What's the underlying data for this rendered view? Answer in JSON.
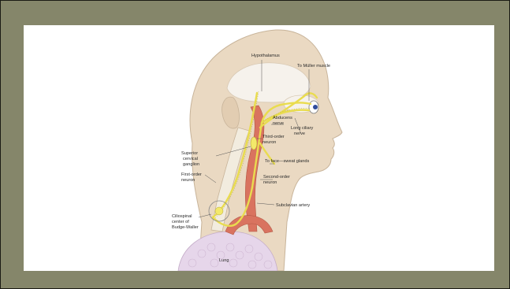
{
  "diagram": {
    "labels": {
      "hypothalamus": "Hypothalamus",
      "muller": "To Müller muscle",
      "abducens_1": "Abducens",
      "abducens_2": "nerve",
      "long_ciliary_1": "Long ciliary",
      "long_ciliary_2": "nerve",
      "third_order_1": "Third-order",
      "third_order_2": "neuron",
      "superior_1": "Superior",
      "superior_2": "cervical",
      "superior_3": "ganglion",
      "face": "To face—sweat glands",
      "first_order_1": "First-order",
      "first_order_2": "neuron",
      "second_order_1": "Second-order",
      "second_order_2": "neuron",
      "subclavian": "Subclavian artery",
      "ciliospinal_1": "Ciliospinal",
      "ciliospinal_2": "center of",
      "ciliospinal_3": "Budge-Waller",
      "lung": "Lung"
    },
    "colors": {
      "skin": "#ead9c2",
      "skin_outline": "#c8b49a",
      "brain": "#f6f2ec",
      "artery": "#d9735f",
      "nerve": "#f3e96a",
      "nerve_outline": "#b8a93a",
      "lung": "#e6d6ea"
    }
  }
}
